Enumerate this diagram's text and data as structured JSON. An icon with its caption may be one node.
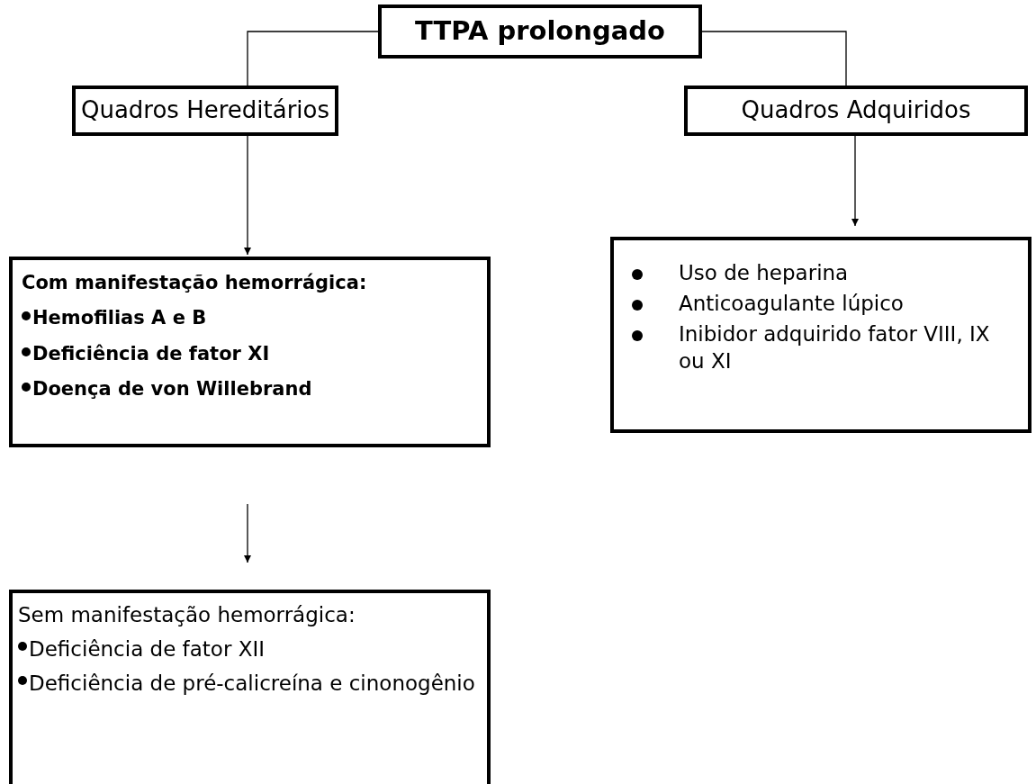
{
  "diagram": {
    "nodes": [
      {
        "text": [
          "TTPA prolongado"
        ]
      },
      {
        "text": [
          "Quadros Hereditários"
        ]
      },
      {
        "text": [
          "Quadros Adquiridos"
        ]
      },
      {
        "text": [
          "Com manifestação hemorrágica:",
          "Hemofilias A e B",
          "Deficiência de fator XI",
          "Doença de von Willebrand"
        ]
      },
      {
        "text": [
          "Uso de heparina",
          "Anticoagulante lúpico",
          "Inibidor adquirido fator VIII, IX ou XI"
        ]
      },
      {
        "text": [
          "Sem manifestação hemorrágica:",
          "Deficiência de fator XII",
          "Deficiência de pré-calicreína e cinonogênio"
        ]
      }
    ],
    "edges": [
      {
        "from": 0,
        "to": 1,
        "arrow": "none"
      },
      {
        "from": 0,
        "to": 2,
        "arrow": "none"
      },
      {
        "from": 1,
        "to": 3,
        "arrow": "to"
      },
      {
        "from": 2,
        "to": 4,
        "arrow": "to"
      },
      {
        "from": 3,
        "to": 5,
        "arrow": "to"
      }
    ]
  }
}
